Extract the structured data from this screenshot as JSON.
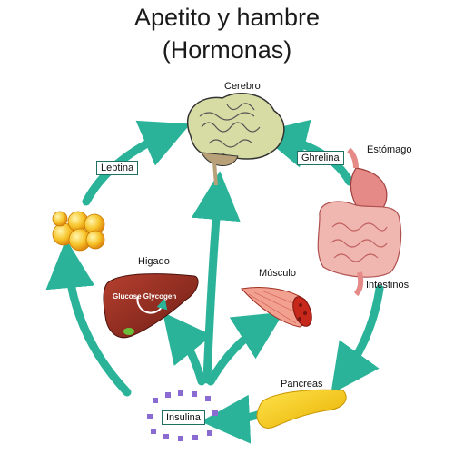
{
  "title": {
    "line1": "Apetito y hambre",
    "line2": "(Hormonas)"
  },
  "labels": {
    "brain": "Cerebro",
    "stomach": "Estómago",
    "intestines": "Intestinos",
    "pancreas": "Pancreas",
    "liver": "Higado",
    "muscle": "Músculo",
    "liver_inner": "Glucose Glycogen"
  },
  "hormones": {
    "leptin": "Leptina",
    "ghrelin": "Ghrelina",
    "insulin": "Insulina"
  },
  "colors": {
    "arrow": "#2bb39a",
    "box_border": "#1f6f63",
    "liver": "#8e2a20",
    "pancreas": "#f2c200",
    "fat_cell": "#f7c52b",
    "insulin_dots": "#8a6bd1"
  }
}
